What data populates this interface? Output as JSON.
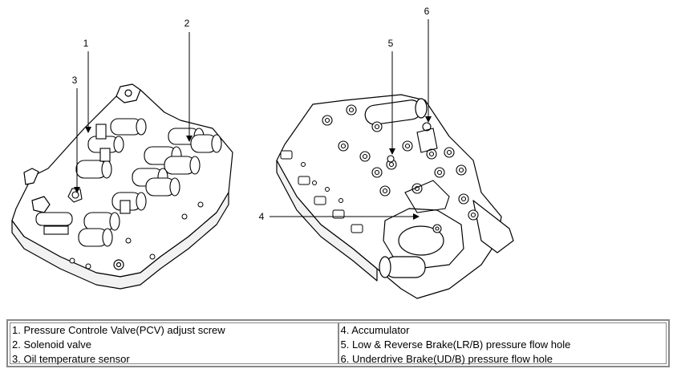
{
  "callouts": [
    "1",
    "2",
    "3",
    "4",
    "5",
    "6"
  ],
  "legend": {
    "left": [
      "1. Pressure Controle Valve(PCV) adjust screw",
      "2. Solenoid valve",
      "3. Oil temperature sensor"
    ],
    "right": [
      "4. Accumulator",
      "5. Low & Reverse Brake(LR/B) pressure flow hole",
      "6. Underdrive Brake(UD/B) pressure flow hole"
    ]
  }
}
